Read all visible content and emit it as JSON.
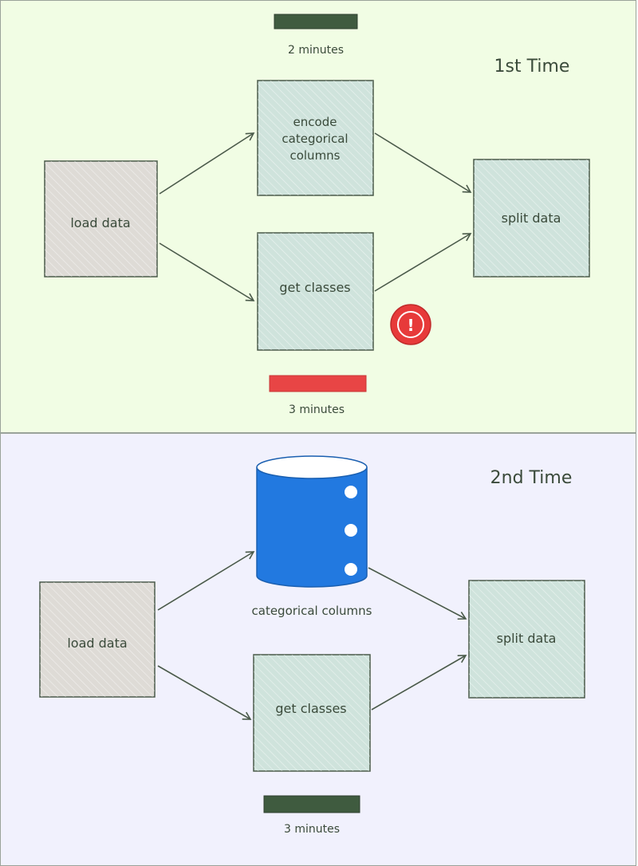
{
  "panels": [
    {
      "title": "1st Time",
      "top_bar_label": "2 minutes",
      "bottom_bar_label": "3 minutes",
      "nodes": {
        "load": "load data",
        "encode": [
          "encode",
          "categorical",
          "columns"
        ],
        "classes": "get classes",
        "split": "split data"
      },
      "warning_symbol": "!"
    },
    {
      "title": "2nd Time",
      "bottom_bar_label": "3 minutes",
      "nodes": {
        "load": "load data",
        "cache": "categorical columns",
        "classes": "get classes",
        "split": "split data"
      }
    }
  ],
  "colors": {
    "top_panel_bg": "#f1fde4",
    "bottom_panel_bg": "#f1f1fd",
    "load_box": "#dedbd6",
    "process_box": "#cfe3dc",
    "ok_bar": "#3f5b3f",
    "slow_bar": "#e84545",
    "database": "#2279e0",
    "warning": "#e73a3a",
    "text": "#3a4a3a",
    "stroke": "#4a5a4a"
  },
  "icons": [
    "warning-icon",
    "database-icon"
  ]
}
